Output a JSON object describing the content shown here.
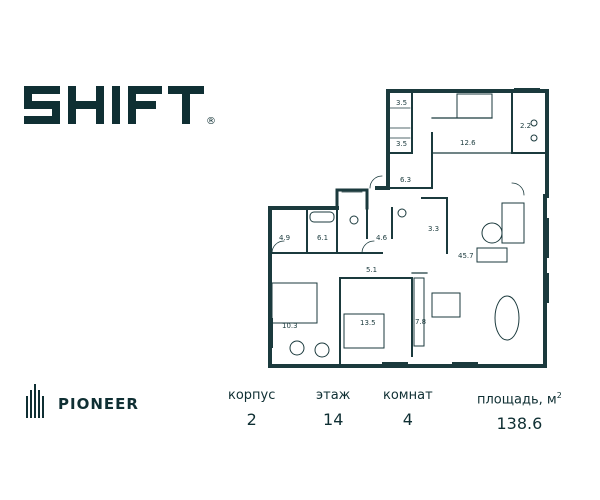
{
  "brand": {
    "name": "SHIFT",
    "registered_mark": "®"
  },
  "developer": {
    "name": "PIONEER"
  },
  "stats": [
    {
      "label": "корпус",
      "value": "2"
    },
    {
      "label": "этаж",
      "value": "14"
    },
    {
      "label": "комнат",
      "value": "4"
    },
    {
      "label": "площадь, м",
      "label_sup": "2",
      "value": "138.6"
    }
  ],
  "rooms": [
    "3.5",
    "12.6",
    "2.2",
    "3.5",
    "6.3",
    "4.9",
    "6.1",
    "4.6",
    "3.3",
    "45.7",
    "5.1",
    "10.3",
    "13.5",
    "7.8"
  ],
  "colors": {
    "primary": "#0f2f33",
    "wall": "#1b3a3d",
    "background": "#ffffff"
  }
}
